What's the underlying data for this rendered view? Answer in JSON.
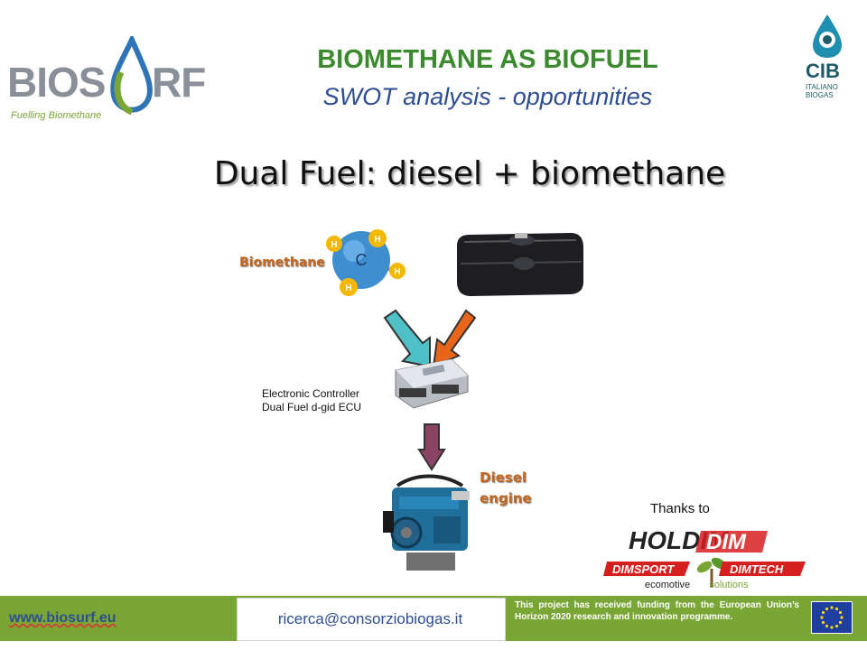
{
  "header": {
    "logo_left": {
      "brand_part1": "BIOS",
      "brand_part2": "RF",
      "tagline": "Fuelling Biomethane"
    },
    "title": "BIOMETHANE AS BIOFUEL",
    "subtitle": "SWOT analysis - opportunities",
    "logo_right": {
      "name": "CIB",
      "line1": "ITALIANO",
      "line2": "BIOGAS"
    }
  },
  "heading": "Dual Fuel: diesel + biomethane",
  "diagram": {
    "biomethane_label": "Biomethane",
    "molecule": {
      "center": "C",
      "atoms": [
        "H",
        "H",
        "H",
        "H"
      ]
    },
    "ecu_label_line1": "Electronic Controller",
    "ecu_label_line2": "Dual Fuel d-gid ECU",
    "engine_label_line1": "Diesel",
    "engine_label_line2": "engine",
    "arrow_colors": {
      "biomethane": "#4fc0c6",
      "diesel": "#e8661c",
      "output": "#8b4463"
    }
  },
  "sponsors": {
    "thanks_text": "Thanks to",
    "logo1": "HOLDIM",
    "logo2": "DIMSPORT",
    "logo3": "DIMTECH",
    "logo4_part1": "ecomotive",
    "logo4_part2": "solutions"
  },
  "footer": {
    "website": "www.biosurf.eu",
    "email": "ricerca@consorziobiogas.it",
    "funding_text": "This project has received funding from the European Union’s Horizon 2020 research and innovation programme."
  },
  "colors": {
    "title_green": "#3c8a2e",
    "subtitle_blue": "#2e4e92",
    "footer_green": "#7aa636",
    "label_orange": "#c5661e"
  }
}
